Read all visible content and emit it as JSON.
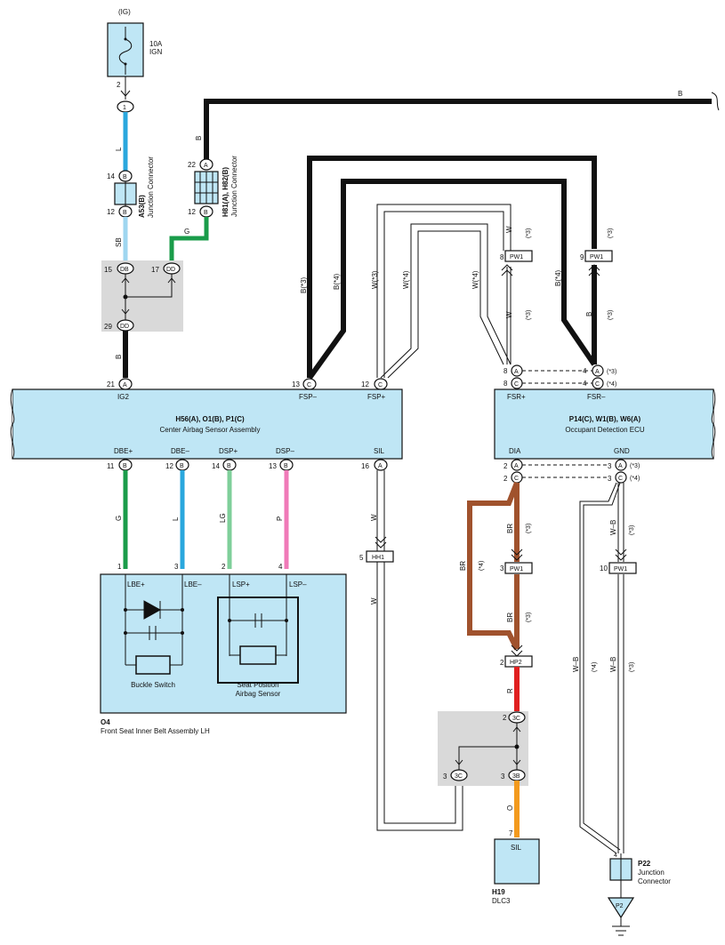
{
  "power": {
    "source": "(IG)",
    "fuse_rating": "10A",
    "fuse_name": "IGN",
    "pin": "2",
    "connector_pin": "1"
  },
  "wires": {
    "l": "L",
    "sb": "SB",
    "g": "G",
    "b": "B",
    "b3": "B(*3)",
    "b4": "B(*4)",
    "w3": "W(*3)",
    "w4": "W(*4)",
    "w": "W",
    "lg": "LG",
    "p": "P",
    "br": "BR",
    "r": "R",
    "o": "O",
    "wb": "W–B",
    "star3": "(*3)",
    "star4": "(*4)"
  },
  "junction_a53": {
    "code": "A53(B)",
    "label": "Junction Connector",
    "pin_top": "14",
    "pin_bot": "12",
    "letter": "B"
  },
  "junction_h81": {
    "code": "H81(A), H82(B)",
    "label": "Junction Connector",
    "pin_top": "22",
    "pin_bot": "12",
    "letter_top": "A",
    "letter_bot": "B"
  },
  "gray_junction_top": {
    "pin_a": "15",
    "pin_b": "17",
    "pin_c": "29",
    "letter": "DD",
    "letter_db": "DB"
  },
  "center_ecu": {
    "code": "H56(A), O1(B), P1(C)",
    "name": "Center Airbag Sensor Assembly",
    "terminals_top": [
      {
        "pin": "21",
        "letter": "A",
        "name": "IG2"
      },
      {
        "pin": "13",
        "letter": "C",
        "name": "FSP–"
      },
      {
        "pin": "12",
        "letter": "C",
        "name": "FSP+"
      }
    ],
    "terminals_bottom": [
      {
        "pin": "11",
        "letter": "B",
        "name": "DBE+"
      },
      {
        "pin": "12",
        "letter": "B",
        "name": "DBE–"
      },
      {
        "pin": "14",
        "letter": "B",
        "name": "DSP+"
      },
      {
        "pin": "13",
        "letter": "B",
        "name": "DSP–"
      },
      {
        "pin": "16",
        "letter": "A",
        "name": "SIL"
      }
    ]
  },
  "occupant_ecu": {
    "code": "P14(C), W1(B), W6(A)",
    "name": "Occupant Detection ECU",
    "terminals_top": [
      {
        "name": "FSR+",
        "pin1": "8",
        "letter1": "A",
        "pin2": "8",
        "letter2": "C"
      },
      {
        "name": "FSR–",
        "pin1": "4",
        "letter1": "A",
        "pin2": "4",
        "letter2": "C"
      }
    ],
    "terminals_bottom": [
      {
        "name": "DIA",
        "pin1": "2",
        "letter1": "A",
        "pin2": "2",
        "letter2": "C"
      },
      {
        "name": "GND",
        "pin1": "3",
        "letter1": "A",
        "pin2": "3",
        "letter2": "C"
      }
    ]
  },
  "connectors": {
    "pw1": "PW1",
    "hh1": "HH1",
    "hp2": "HP2",
    "c3c": "3C",
    "c3b": "3B",
    "pin8": "8",
    "pin9": "9",
    "pin5": "5",
    "pin3": "3",
    "pin10": "10",
    "pin2": "2",
    "pin7": "7",
    "pin4": "4"
  },
  "belt_assembly": {
    "code": "O4",
    "name": "Front Seat Inner Belt Assembly LH",
    "pins": [
      "1",
      "3",
      "2",
      "4"
    ],
    "terminals": [
      "LBE+",
      "LBE–",
      "LSP+",
      "LSP–"
    ],
    "buckle": "Buckle Switch",
    "sensor_line1": "Seat Position",
    "sensor_line2": "Airbag Sensor"
  },
  "dlc": {
    "code": "H19",
    "name": "DLC3",
    "terminal": "SIL"
  },
  "p22": {
    "code": "P22",
    "line1": "Junction",
    "line2": "Connector",
    "ground": "P2"
  }
}
